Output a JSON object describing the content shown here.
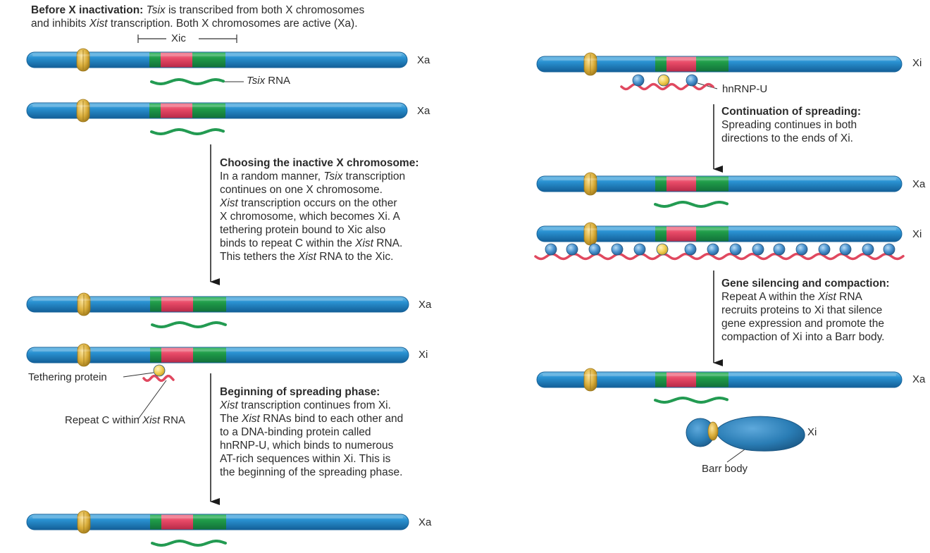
{
  "texts": {
    "before_title": "Before X inactivation:",
    "before_l1a": "Tsix",
    "before_l1b": " is transcribed from both X chromosomes",
    "before_l2a": "and inhibits ",
    "before_l2b": "Xist",
    "before_l2c": " transcription. Both X chromosomes are active (Xa).",
    "xic_label": "Xic",
    "tsix_rna_a": "Tsix",
    "tsix_rna_b": " RNA",
    "choosing_title": "Choosing the inactive X chromosome:",
    "choosing_l1a": "In a random manner, ",
    "choosing_l1b": "Tsix",
    "choosing_l1c": " transcription",
    "choosing_l2": "continues on one X chromosome.",
    "choosing_l3a": "Xist",
    "choosing_l3b": " transcription occurs on the other",
    "choosing_l4": "X chromosome, which becomes Xi. A",
    "choosing_l5": "tethering protein bound to Xic also",
    "choosing_l6a": "binds to repeat C within the ",
    "choosing_l6b": "Xist",
    "choosing_l6c": " RNA.",
    "choosing_l7a": "This tethers the ",
    "choosing_l7b": "Xist",
    "choosing_l7c": " RNA to the Xic.",
    "tethering_label": "Tethering protein",
    "repeatc_a": "Repeat C within ",
    "repeatc_b": "Xist",
    "repeatc_c": " RNA",
    "spreading_title": "Beginning of spreading phase:",
    "spreading_l1a": "Xist",
    "spreading_l1b": " transcription continues from Xi.",
    "spreading_l2a": "The ",
    "spreading_l2b": "Xist",
    "spreading_l2c": " RNAs bind to each other and",
    "spreading_l3": "to a DNA-binding protein called",
    "spreading_l4": "hnRNP-U, which binds to numerous",
    "spreading_l5": "AT-rich sequences within Xi. This is",
    "spreading_l6": "the beginning of the spreading phase.",
    "hnrnp_label": "hnRNP-U",
    "continuation_title": "Continuation of spreading:",
    "continuation_l1": "Spreading continues in both",
    "continuation_l2": "directions to the ends of Xi.",
    "silencing_title": "Gene silencing and compaction:",
    "silencing_l1a": "Repeat A within the ",
    "silencing_l1b": "Xist",
    "silencing_l1c": " RNA",
    "silencing_l2": "recruits proteins to Xi that silence",
    "silencing_l3": "gene expression and promote the",
    "silencing_l4": "compaction of Xi into a Barr body.",
    "barr_label": "Barr body"
  },
  "chromosome_labels": {
    "left_1": "Xa",
    "left_2": "Xa",
    "left_3": "Xa",
    "left_4": "Xi",
    "left_5": "Xa",
    "right_1": "Xi",
    "right_2": "Xa",
    "right_3": "Xi",
    "right_4": "Xa",
    "right_barr": "Xi"
  },
  "colors": {
    "chromosome_blue": "#1f86c8",
    "chromosome_edge": "#17639a",
    "centromere_gold": "#d9ad3a",
    "xic_green": "#1f9a48",
    "xist_pink": "#e84a67",
    "rna_green": "#239b52",
    "rna_red": "#e0485f",
    "hnrnp_blue": "#4a93cf",
    "tether_yellow": "#f2cf52",
    "barr_blue": "#2a7db5"
  }
}
